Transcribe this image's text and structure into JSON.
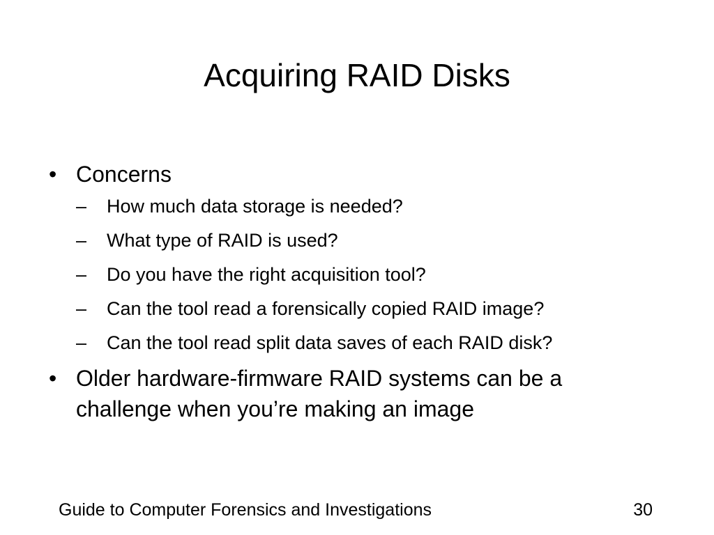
{
  "slide": {
    "title": "Acquiring RAID Disks",
    "bullets": [
      {
        "marker": "•",
        "text": "Concerns",
        "subbullets": [
          {
            "marker": "–",
            "text": "How much data storage is needed?"
          },
          {
            "marker": "–",
            "text": "What type of RAID is used?"
          },
          {
            "marker": "–",
            "text": "Do you have the right acquisition tool?"
          },
          {
            "marker": "–",
            "text": "Can the tool read a forensically copied RAID image?"
          },
          {
            "marker": "–",
            "text": "Can the tool read split data saves of each RAID disk?"
          }
        ]
      },
      {
        "marker": "•",
        "text": "Older hardware-firmware RAID systems can be a challenge when you’re making an image"
      }
    ]
  },
  "footer": {
    "left_text": "Guide to Computer Forensics and Investigations",
    "page_number": "30"
  }
}
